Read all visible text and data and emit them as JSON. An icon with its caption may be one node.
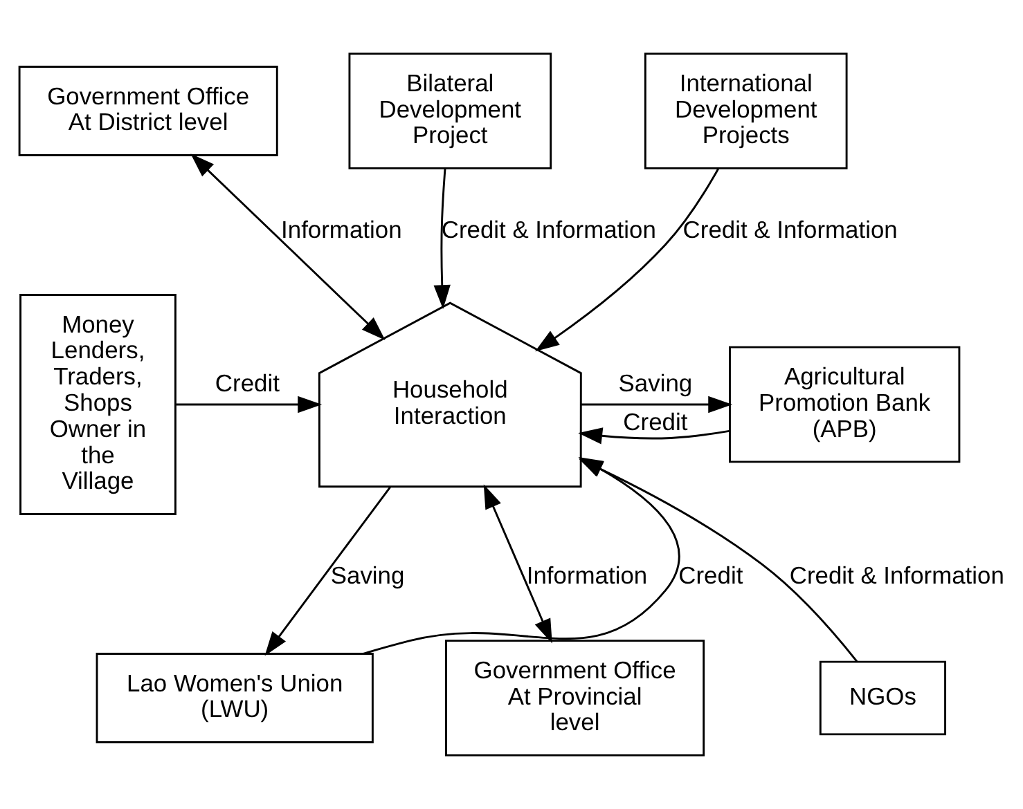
{
  "diagram": {
    "nodes": [
      {
        "text": [
          "Government Office At District level"
        ]
      },
      {
        "text": [
          "Bilateral Development Project"
        ]
      },
      {
        "text": [
          "International Development Projects"
        ]
      },
      {
        "text": [
          "Money Lenders, Traders, Shops Owner in the Village"
        ]
      },
      {
        "text": [
          "Household Interaction"
        ]
      },
      {
        "text": [
          "Agricultural Promotion Bank (APB)"
        ]
      },
      {
        "text": [
          "Lao Women's Union (LWU)"
        ]
      },
      {
        "text": [
          "NGOs"
        ]
      },
      {
        "text": [
          "Government Office At Provincial level"
        ]
      }
    ],
    "edges": [
      {
        "from": 0,
        "to": 4,
        "arrow": "both",
        "label": "Information"
      },
      {
        "from": 1,
        "to": 4,
        "arrow": "to",
        "label": "Credit & Information"
      },
      {
        "from": 2,
        "to": 4,
        "arrow": "to",
        "label": "Credit & Information"
      },
      {
        "from": 3,
        "to": 4,
        "arrow": "to",
        "label": "Credit"
      },
      {
        "from": 4,
        "to": 5,
        "arrow": "to",
        "label": "Saving"
      },
      {
        "from": 5,
        "to": 4,
        "arrow": "to",
        "label": "Credit"
      },
      {
        "from": 4,
        "to": 6,
        "arrow": "to",
        "label": "Saving"
      },
      {
        "from": 6,
        "to": 4,
        "arrow": "to",
        "label": "Credit"
      },
      {
        "from": 7,
        "to": 4,
        "arrow": "to",
        "label": "Credit & Information"
      },
      {
        "from": 4,
        "to": 8,
        "arrow": "both",
        "label": "Information"
      }
    ]
  }
}
